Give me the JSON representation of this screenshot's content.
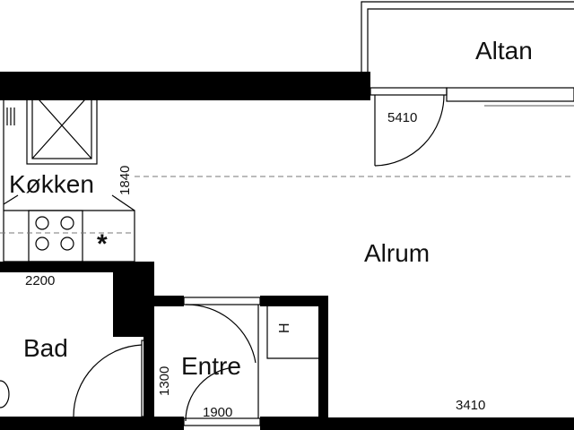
{
  "rooms": {
    "altan": "Altan",
    "kokken": "Køkken",
    "alrum": "Alrum",
    "bad": "Bad",
    "entre": "Entre"
  },
  "dimensions": {
    "balcony_door_width": "5410",
    "kitchen_height": "1840",
    "kitchen_width": "2200",
    "entre_height": "1300",
    "entre_width": "1900",
    "alrum_width": "3410"
  },
  "symbols": {
    "asterisk": "*",
    "cabinet_h": "H"
  }
}
